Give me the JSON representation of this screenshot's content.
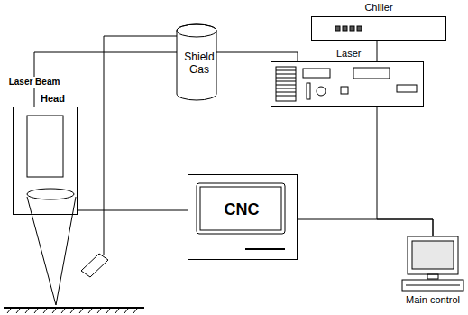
{
  "diagram": {
    "nodes": [
      {
        "text": [
          "Chiller"
        ]
      },
      {
        "text": [
          "Laser"
        ]
      },
      {
        "text": [
          "Shield Gas"
        ]
      },
      {
        "text": [
          "Head"
        ]
      },
      {
        "text": [
          "CNC"
        ]
      },
      {
        "text": [
          "Main control"
        ]
      }
    ],
    "edges": [
      {
        "from": 0,
        "to": 1,
        "arrow": "none"
      },
      {
        "from": 1,
        "to": 3,
        "label": "Laser Beam",
        "arrow": "none"
      },
      {
        "from": 3,
        "to": 4,
        "arrow": "none"
      },
      {
        "from": 4,
        "to": 5,
        "arrow": "none"
      },
      {
        "from": 1,
        "to": 5,
        "arrow": "none"
      }
    ]
  }
}
